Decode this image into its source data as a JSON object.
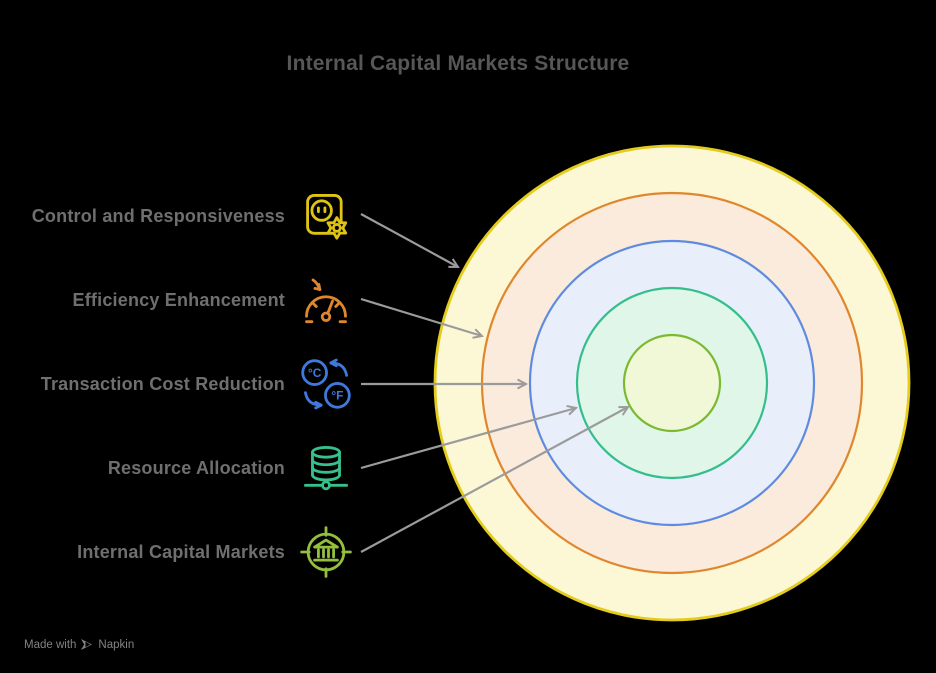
{
  "title": "Internal Capital Markets Structure",
  "items": [
    {
      "label": "Control and Responsiveness",
      "icon": "control-settings-icon"
    },
    {
      "label": "Efficiency Enhancement",
      "icon": "speedometer-icon"
    },
    {
      "label": "Transaction Cost Reduction",
      "icon": "unit-conversion-icon"
    },
    {
      "label": "Resource Allocation",
      "icon": "database-network-icon"
    },
    {
      "label": "Internal Capital Markets",
      "icon": "bank-target-icon"
    }
  ],
  "icon_glyphs": {
    "celsius": "°C",
    "fahrenheit": "°F"
  },
  "rings": [
    {
      "name": "Control and Responsiveness",
      "stroke": "#e4cc1c",
      "fill": "#fcf8d6"
    },
    {
      "name": "Efficiency Enhancement",
      "stroke": "#e0872d",
      "fill": "#faebdc"
    },
    {
      "name": "Transaction Cost Reduction",
      "stroke": "#5f8bde",
      "fill": "#e8effb"
    },
    {
      "name": "Resource Allocation",
      "stroke": "#33be8b",
      "fill": "#dff6e8"
    },
    {
      "name": "Internal Capital Markets",
      "stroke": "#7cb931",
      "fill": "#f0f8d7"
    }
  ],
  "colors": {
    "background": "#000000",
    "title_text": "#575757",
    "label_text": "#6f6f6f",
    "arrow": "#9b9b9b",
    "watermark_text": "#828282",
    "icon1": "#dfc414",
    "icon2": "#e0872d",
    "icon3": "#3e79db",
    "icon4": "#36c08a",
    "icon5": "#92c03c"
  },
  "watermark": {
    "made_with": "Made with",
    "brand": "Napkin"
  }
}
